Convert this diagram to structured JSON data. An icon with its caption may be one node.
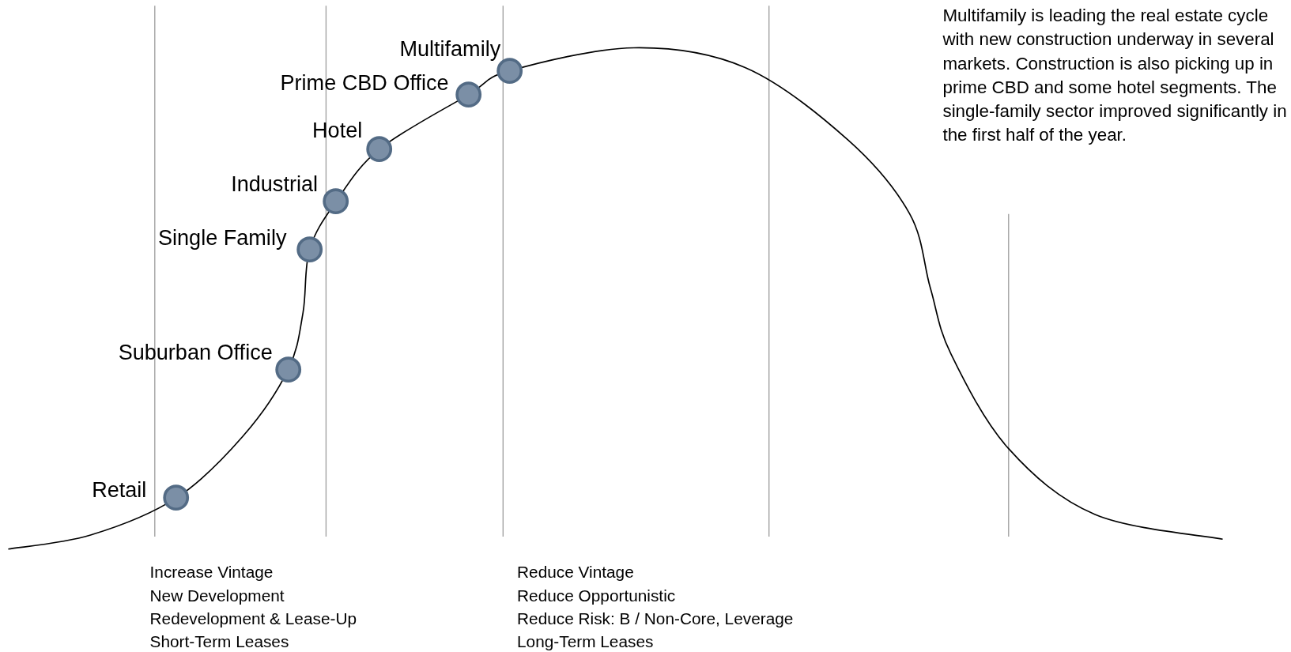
{
  "diagram": {
    "nodes": [
      {
        "text": [],
        "shape": "circle",
        "beside": [
          "Retail"
        ]
      },
      {
        "text": [],
        "shape": "circle",
        "beside": [
          "Suburban Office"
        ]
      },
      {
        "text": [],
        "shape": "circle",
        "beside": [
          "Single Family"
        ]
      },
      {
        "text": [],
        "shape": "circle",
        "beside": [
          "Industrial"
        ]
      },
      {
        "text": [],
        "shape": "circle",
        "beside": [
          "Hotel"
        ]
      },
      {
        "text": [],
        "shape": "circle",
        "beside": [
          "Prime CBD Office"
        ]
      },
      {
        "text": [],
        "shape": "circle",
        "beside": [
          "Multifamily"
        ]
      }
    ],
    "labels": [
      "Multifamily is leading the real estate cycle with new construction underway in several markets. Construction is also picking up in prime CBD and some hotel segments. The single-family sector improved significantly in the first half of the year.",
      "Increase Vintage",
      "New Development",
      "Redevelopment & Lease-Up",
      "Short-Term Leases",
      "Reduce Vintage",
      "Reduce Opportunistic",
      "Reduce Risk: B / Non-Core, Leverage",
      "Long-Term Leases"
    ]
  }
}
